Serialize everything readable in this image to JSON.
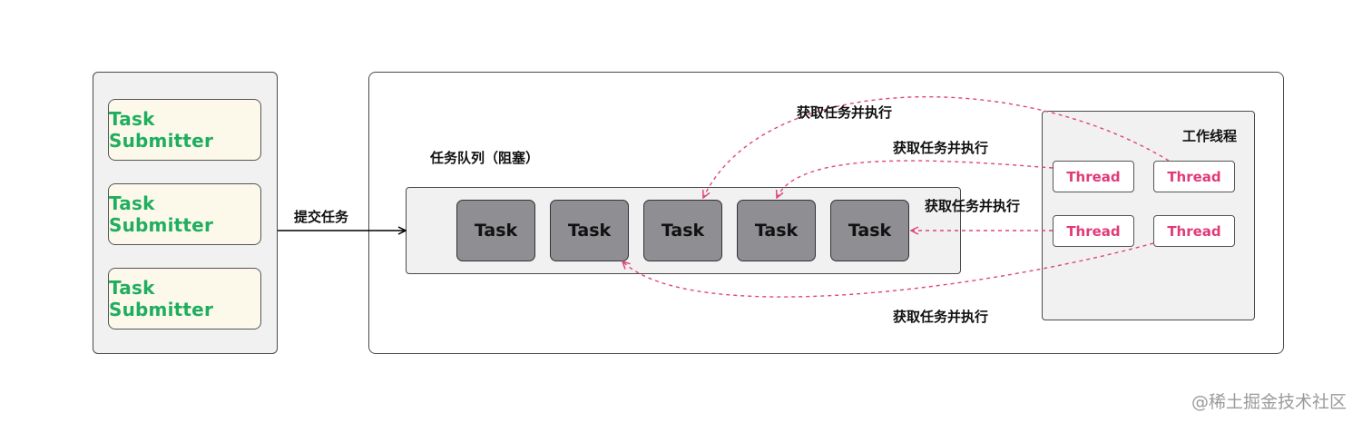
{
  "submitter_panel": {
    "submitters": [
      "Task Submitter",
      "Task Submitter",
      "Task Submitter"
    ]
  },
  "submit_label": "提交任务",
  "pool_panel": {
    "queue_label": "任务队列（阻塞）",
    "tasks": [
      "Task",
      "Task",
      "Task",
      "Task",
      "Task"
    ],
    "workers_label": "工作线程",
    "threads": [
      "Thread",
      "Thread",
      "Thread",
      "Thread"
    ],
    "fetch_labels": [
      "获取任务并执行",
      "获取任务并执行",
      "获取任务并执行",
      "获取任务并执行"
    ]
  },
  "watermark": "@稀土掘金技术社区",
  "colors": {
    "submitter_text": "#1fae5f",
    "thread_text": "#e23a78",
    "fetch_arrow": "#e0457b",
    "task_fill": "#8e8e93"
  }
}
